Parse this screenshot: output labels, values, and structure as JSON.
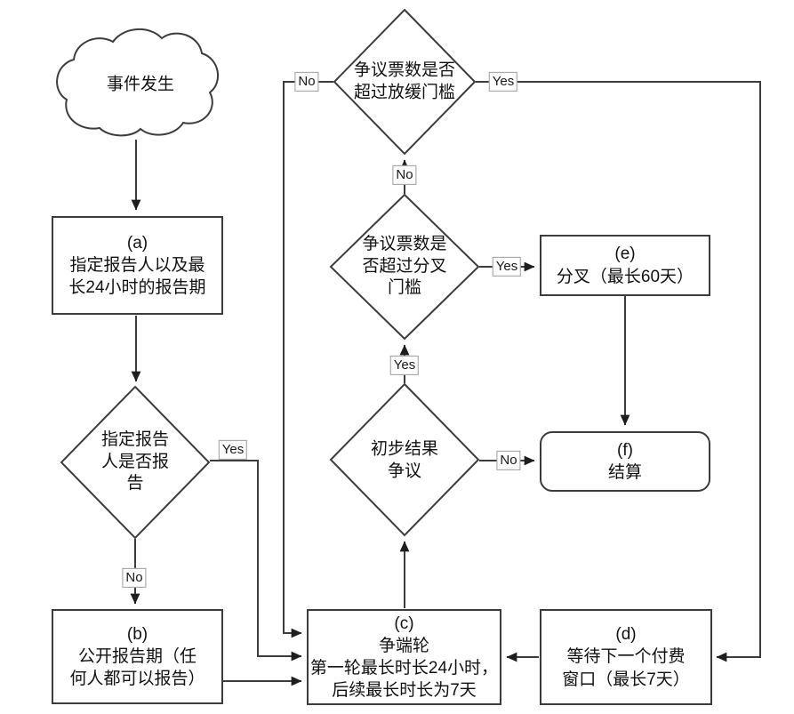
{
  "diagram": {
    "colors": {
      "line": "#3c3c3c",
      "background": "#ffffff",
      "text": "#111111"
    },
    "cloud": {
      "label": "事件发生"
    },
    "boxes": {
      "a": {
        "tag": "(a)",
        "lines": [
          "指定报告人以及最",
          "长24小时的报告期"
        ]
      },
      "b": {
        "tag": "(b)",
        "lines": [
          "公开报告期（任",
          "何人都可以报告）"
        ]
      },
      "c": {
        "tag": "(c)",
        "lines": [
          "争端轮",
          "第一轮最长时长24小时，",
          "后续最长时长为7天"
        ]
      },
      "d": {
        "tag": "(d)",
        "lines": [
          "等待下一个付费",
          "窗口（最长7天）"
        ]
      },
      "e": {
        "tag": "(e)",
        "lines": [
          "分叉（最长60天）"
        ]
      },
      "f": {
        "tag": "(f)",
        "lines": [
          "结算"
        ]
      }
    },
    "decisions": {
      "reporter": {
        "lines": [
          "指定报告",
          "人是否报",
          "告"
        ]
      },
      "preliminary": {
        "lines": [
          "初步结果",
          "争议"
        ]
      },
      "fork": {
        "lines": [
          "争议票数是",
          "否超过分叉",
          "门槛"
        ]
      },
      "slowdown": {
        "lines": [
          "争议票数是否",
          "超过放缓门槛"
        ]
      }
    },
    "edge_labels": {
      "reporter_yes": "Yes",
      "reporter_no": "No",
      "slowdown_no": "No",
      "slowdown_yes": "Yes",
      "fork_no_up": "No",
      "preliminary_yes_up": "Yes",
      "fork_yes": "Yes",
      "preliminary_no": "No"
    }
  }
}
